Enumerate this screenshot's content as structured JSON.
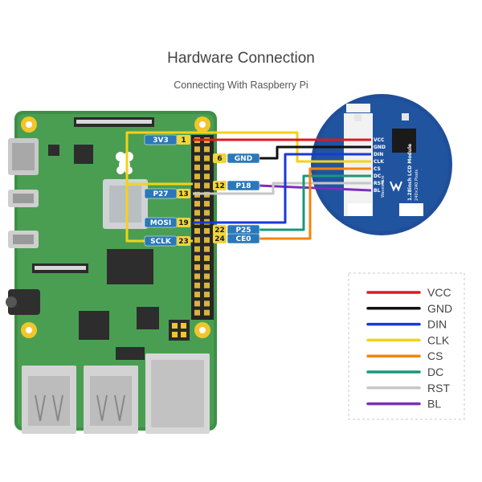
{
  "title": "Hardware Connection",
  "subtitle": "Connecting With Raspberry Pi",
  "colors": {
    "VCC": "#e0191d",
    "GND": "#111111",
    "DIN": "#1a39d6",
    "CLK": "#f4d21a",
    "CS": "#f3840e",
    "DC": "#18987a",
    "RST": "#c7c7c7",
    "BL": "#7b2fbd"
  },
  "rpi_labels": {
    "left": [
      {
        "text": "3V3",
        "pin": "1"
      },
      {
        "text": "P27",
        "pin": "13"
      },
      {
        "text": "MOSI",
        "pin": "19"
      },
      {
        "text": "SCLK",
        "pin": "23"
      }
    ],
    "right": [
      {
        "text": "GND",
        "pin": "6"
      },
      {
        "text": "P18",
        "pin": "12"
      },
      {
        "text": "P25",
        "pin": "22"
      },
      {
        "text": "CE0",
        "pin": "24"
      }
    ]
  },
  "lcd": {
    "pins": [
      "VCC",
      "GND",
      "DIN",
      "CLK",
      "CS",
      "DC",
      "RST",
      "BL"
    ],
    "title": "1.28inch LCD Module",
    "resolution": "240×240 Pixels",
    "brand": "Waveshare"
  },
  "legend": [
    "VCC",
    "GND",
    "DIN",
    "CLK",
    "CS",
    "DC",
    "RST",
    "BL"
  ]
}
